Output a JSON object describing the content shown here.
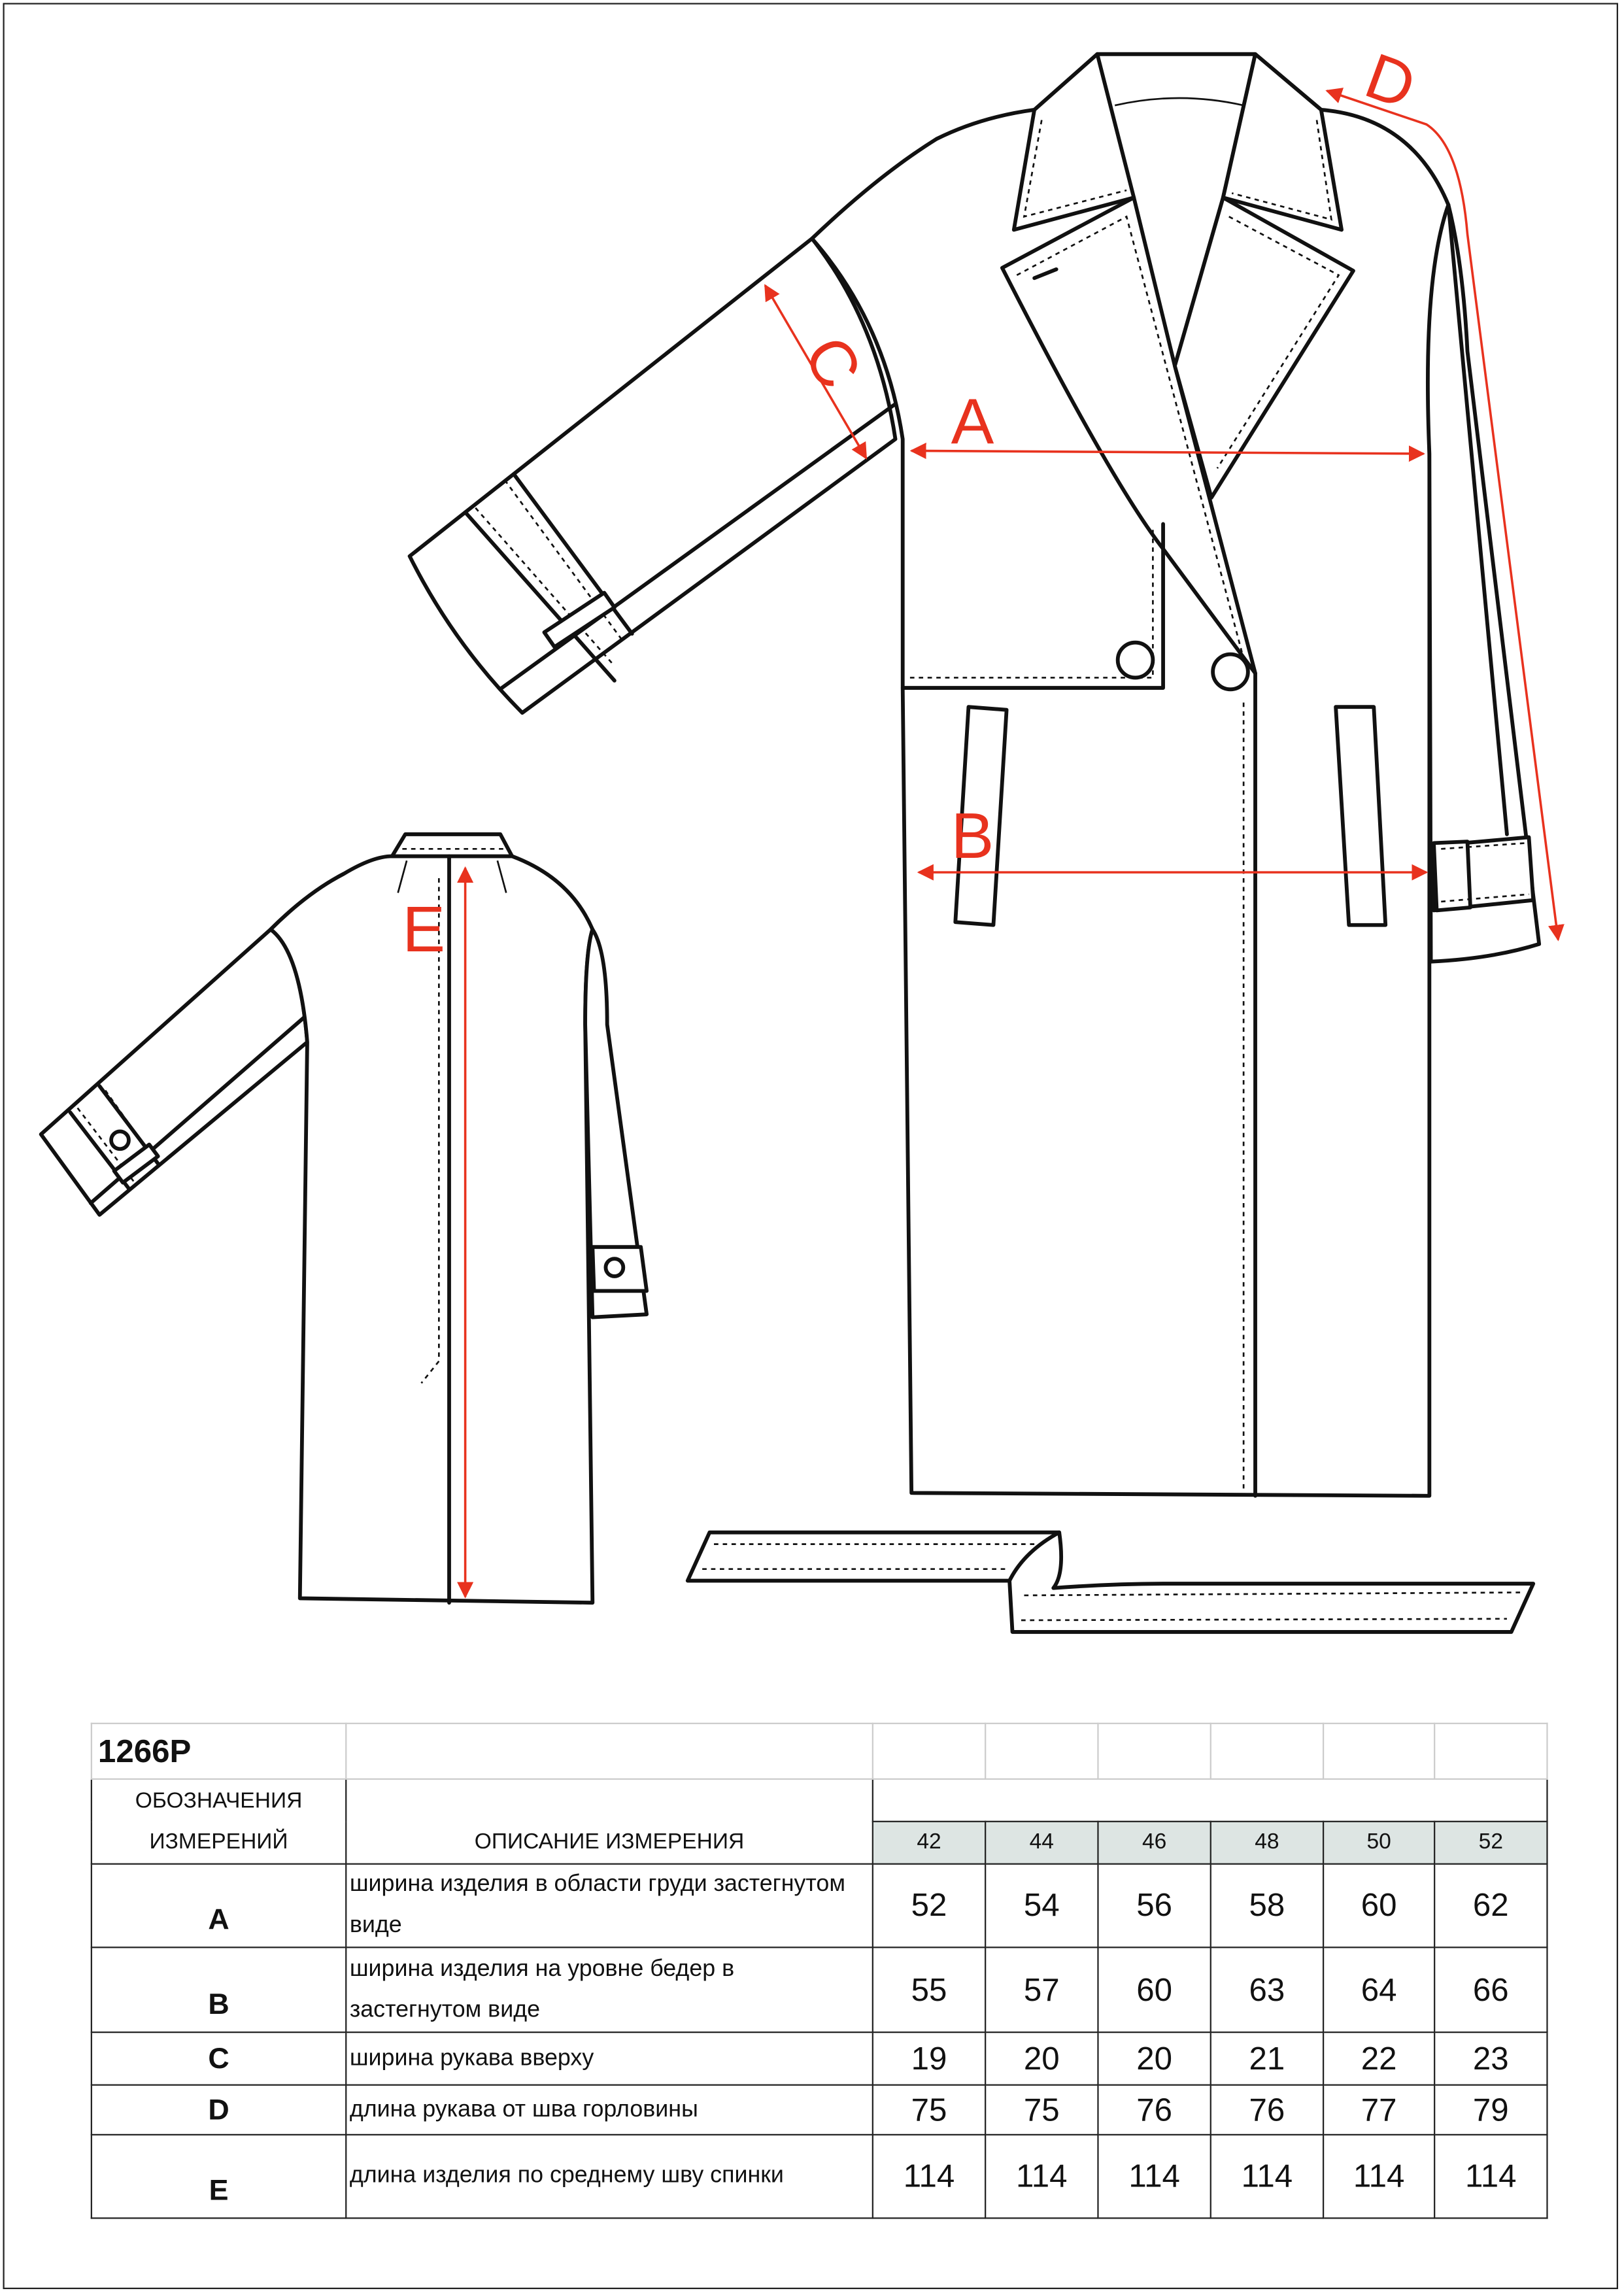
{
  "drawing": {
    "labels": {
      "A": "A",
      "B": "B",
      "C": "C",
      "D": "D",
      "E": "E"
    },
    "accent_color": "#e8321e"
  },
  "table": {
    "model_code": "1266P",
    "header_designation": "ОБОЗНАЧЕНИЯ ИЗМЕРЕНИЙ",
    "header_description": "ОПИСАНИЕ ИЗМЕРЕНИЯ",
    "sizes": [
      "42",
      "44",
      "46",
      "48",
      "50",
      "52"
    ],
    "rows": [
      {
        "letter": "A",
        "description": "ширина изделия в области груди застегнутом виде",
        "values": [
          "52",
          "54",
          "56",
          "58",
          "60",
          "62"
        ]
      },
      {
        "letter": "B",
        "description": "ширина изделия  на уровне бедер в застегнутом виде",
        "values": [
          "55",
          "57",
          "60",
          "63",
          "64",
          "66"
        ]
      },
      {
        "letter": "C",
        "description": "ширина рукава вверху",
        "values": [
          "19",
          "20",
          "20",
          "21",
          "22",
          "23"
        ]
      },
      {
        "letter": "D",
        "description": "длина рукава от шва горловины",
        "values": [
          "75",
          "75",
          "76",
          "76",
          "77",
          "79"
        ]
      },
      {
        "letter": "E",
        "description": "длина изделия по среднему шву спинки",
        "values": [
          "114",
          "114",
          "114",
          "114",
          "114",
          "114"
        ]
      }
    ]
  }
}
